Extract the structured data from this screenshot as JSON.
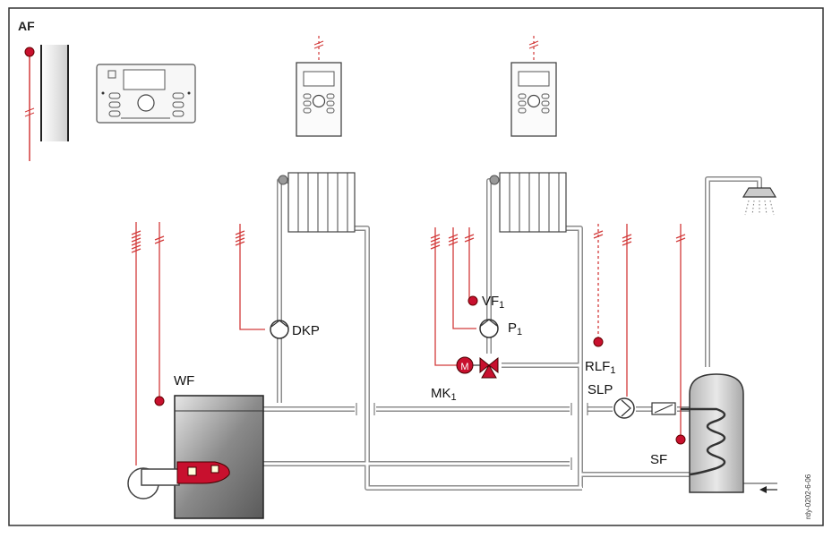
{
  "labels": {
    "af": "AF",
    "dkp": "DKP",
    "wf": "WF",
    "vf": "VF",
    "vf_sub": "1",
    "p": "P",
    "p_sub": "1",
    "mk": "MK",
    "mk_sub": "1",
    "rlf": "RLF",
    "rlf_sub": "1",
    "slp": "SLP",
    "sf": "SF",
    "motor": "M",
    "figure_code": "rdy-0202-6-06"
  },
  "colors": {
    "pipe": "#9e9e9e",
    "pipe_dark": "#666666",
    "sensor_red": "#c8102e",
    "wire_red": "#d23a3a",
    "frame": "#333333"
  }
}
